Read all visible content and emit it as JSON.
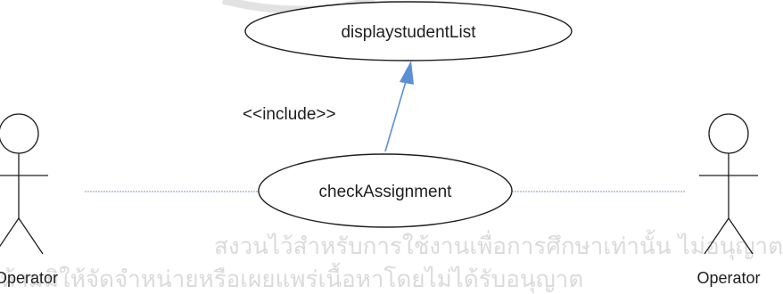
{
  "use_cases": {
    "top": "displaystudentList",
    "center": "checkAssignment"
  },
  "relationship": {
    "label": "<<include>>"
  },
  "actors": {
    "left": "Operator",
    "right": "Operator"
  },
  "watermark": {
    "line1": "สงวนไว้สำหรับการใช้งานเพื่อการศึกษาเท่านั้น ไม่อนุญาตให้นำไปใช้ประโยชน์",
    "line2": "ห้ามมิให้จัดจำหน่ายหรือเผยแพร่เนื้อหาโดยไม่ได้รับอนุญาต"
  },
  "colors": {
    "line": "#9aa8b6",
    "association": "#8fb0d4",
    "arrow": "#5b8fd6",
    "text": "#1e1e1e"
  }
}
